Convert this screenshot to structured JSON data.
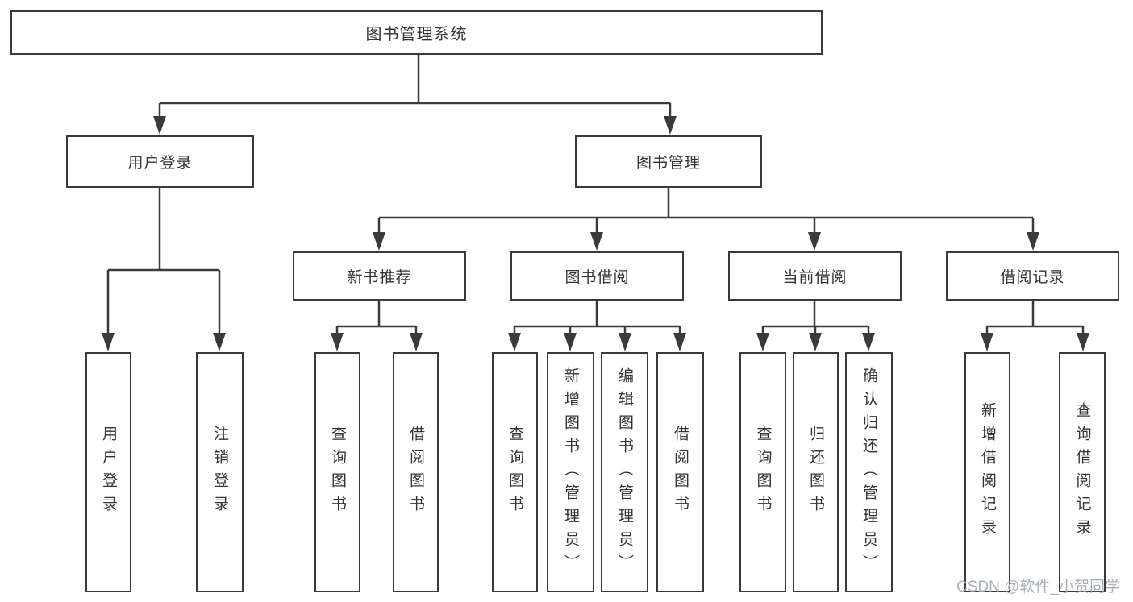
{
  "tree": {
    "root": "图书管理系统",
    "branches": [
      {
        "label": "用户登录",
        "children": [
          "用户登录",
          "注销登录"
        ]
      },
      {
        "label": "图书管理",
        "groups": [
          {
            "label": "新书推荐",
            "children": [
              "查询图书",
              "借阅图书"
            ]
          },
          {
            "label": "图书借阅",
            "children": [
              "查询图书",
              "新增图书（管理员）",
              "编辑图书（管理员）",
              "借阅图书"
            ]
          },
          {
            "label": "当前借阅",
            "children": [
              "查询图书",
              "归还图书",
              "确认归还（管理员）"
            ]
          },
          {
            "label": "借阅记录",
            "children": [
              "新增借阅记录",
              "查询借阅记录"
            ]
          }
        ]
      }
    ]
  },
  "watermark": {
    "text": "CSDN @软件_小贺同学"
  },
  "colors": {
    "line": "#3a3a3a",
    "box_background": "#ffffff",
    "text": "#333333",
    "watermark": "#a4a9b2"
  }
}
